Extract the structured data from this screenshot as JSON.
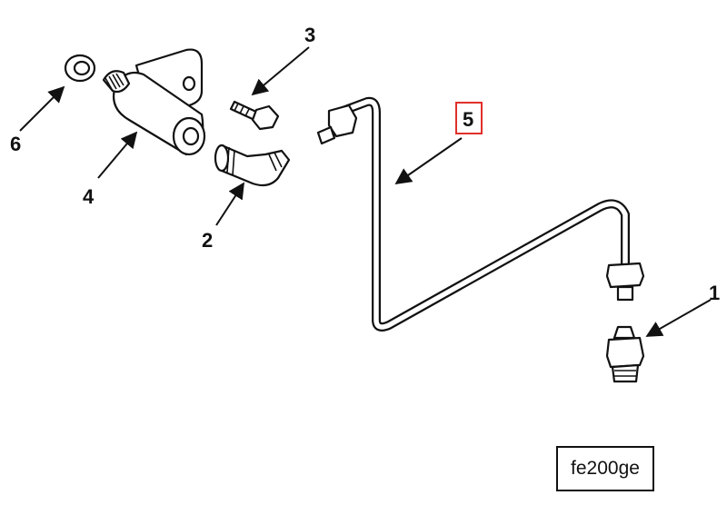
{
  "callouts": {
    "one": "1",
    "two": "2",
    "three": "3",
    "four": "4",
    "five": "5",
    "six": "6"
  },
  "reference_code": "fe200ge",
  "colors": {
    "line": "#111111",
    "highlight": "#e0302a",
    "background": "#ffffff"
  }
}
